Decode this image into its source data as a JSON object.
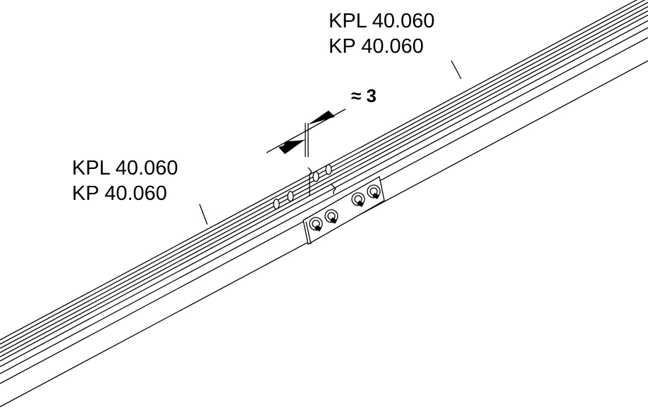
{
  "labels": {
    "top": {
      "line1": "KPL 40.060",
      "line2": "KP 40.060"
    },
    "left": {
      "line1": "KPL 40.060",
      "line2": "KP 40.060"
    }
  },
  "dimension": {
    "text": "≈ 3"
  },
  "colors": {
    "line": "#000000",
    "background": "#ffffff"
  }
}
